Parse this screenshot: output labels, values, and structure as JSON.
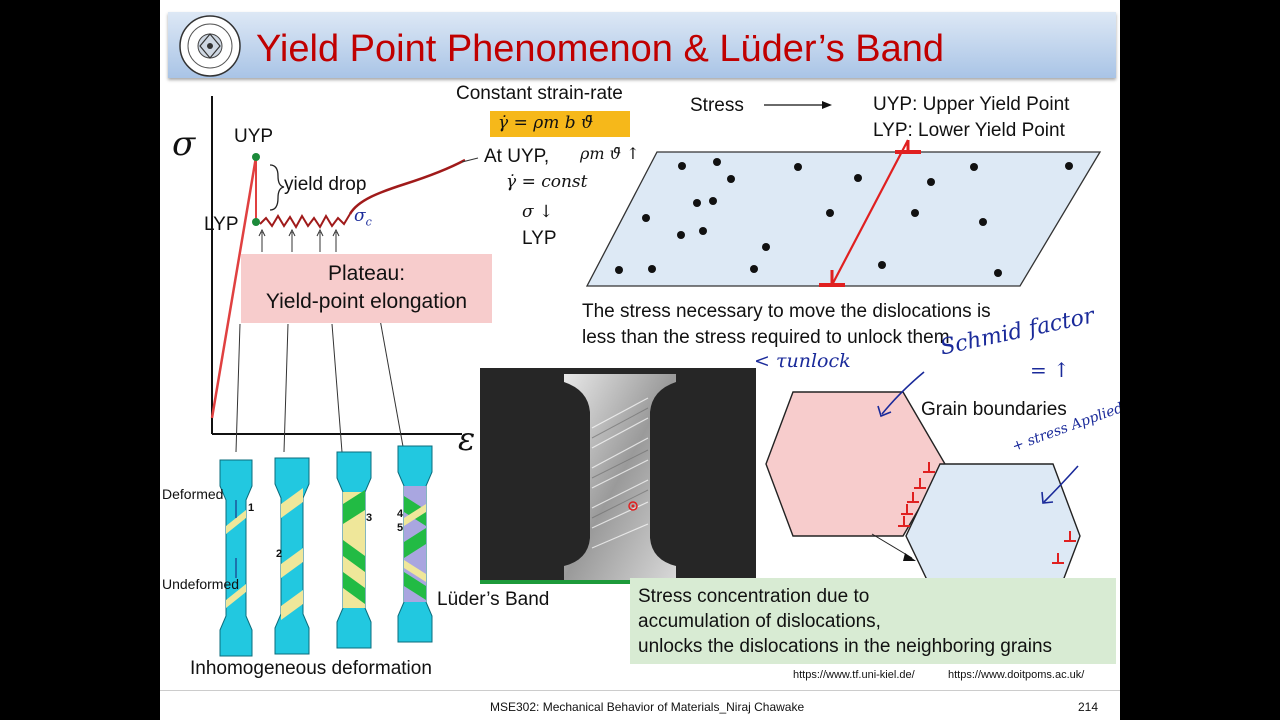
{
  "title": "Yield Point Phenomenon & Lüder’s Band",
  "graph": {
    "y_axis_symbol": "σ",
    "x_axis_symbol": "ε",
    "uyp_label": "UYP",
    "lyp_label": "LYP",
    "yield_drop_label": "yield drop",
    "sigma_c_main": "σ",
    "sigma_c_sub": "c",
    "plateau_line1": "Plateau:",
    "plateau_line2": "Yield-point elongation"
  },
  "strain_rate": {
    "header": "Constant strain-rate",
    "formula": "γ̇ = ρm b ϑ̄",
    "at_uyp": "At UYP,",
    "rho_theta": "ρm ϑ̄ ↑",
    "gamma_const": "γ̇ = const",
    "sigma_down": "σ ↓",
    "lyp": "LYP"
  },
  "dislocation": {
    "stress_label": "Stress",
    "uyp_def": "UYP: Upper Yield Point",
    "lyp_def": "LYP: Lower Yield Point",
    "desc_line1": "The stress necessary to move the dislocations is",
    "desc_line2": "less than the stress required to unlock them"
  },
  "handwritten": {
    "tau_unlock": "< τunlock",
    "schmid": "Schmid factor",
    "schmid_up": "= ↑",
    "stress_applied": "+ stress Applied"
  },
  "specimens": {
    "deformed": "Deformed",
    "undeformed": "Undeformed",
    "n1": "1",
    "n2": "2",
    "n3": "3",
    "n4": "4",
    "n5": "5",
    "caption": "Inhomogeneous deformation",
    "luders_band": "Lüder’s Band"
  },
  "grains": {
    "label": "Grain boundaries",
    "concentration_line1": "Stress concentration due to",
    "concentration_line2": "accumulation of dislocations,",
    "concentration_line3": "unlocks the dislocations in the neighboring grains"
  },
  "sources": {
    "src1": "https://www.tf.uni-kiel.de/",
    "src2": "https://www.doitpoms.ac.uk/"
  },
  "footer": {
    "course": "MSE302: Mechanical Behavior of Materials_Niraj Chawake",
    "page": "214"
  },
  "colors": {
    "title": "#c00000",
    "curve": "#a01a1a",
    "dislocation": "#e02020",
    "specimen": "#22c8e0",
    "band_yellow": "#efe79a",
    "band_green": "#22bb44",
    "band_purple": "#a9a6e0",
    "plane": "#dde9f5",
    "grain_pink": "#f7cccc",
    "grain_blue": "#dde9f5",
    "highlight": "#f6b81a"
  }
}
